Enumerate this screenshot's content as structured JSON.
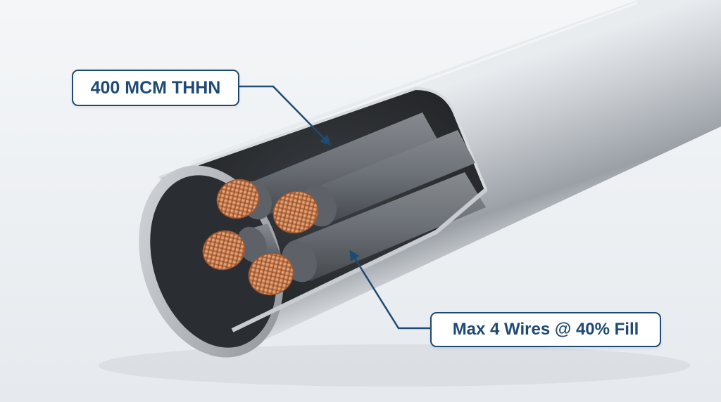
{
  "callouts": {
    "wire_size": "400 MCM THHN",
    "fill_rule": "Max 4 Wires @ 40% Fill"
  },
  "colors": {
    "callout_border": "#1f4a73",
    "callout_text": "#1f4a73",
    "insulation": "#6b7076",
    "copper": "#c87d4e",
    "conduit": "#c3c7cc",
    "background": "#eef1f4"
  },
  "wires": [
    {
      "name": "conductor-1"
    },
    {
      "name": "conductor-2"
    },
    {
      "name": "conductor-3"
    },
    {
      "name": "conductor-4"
    }
  ]
}
